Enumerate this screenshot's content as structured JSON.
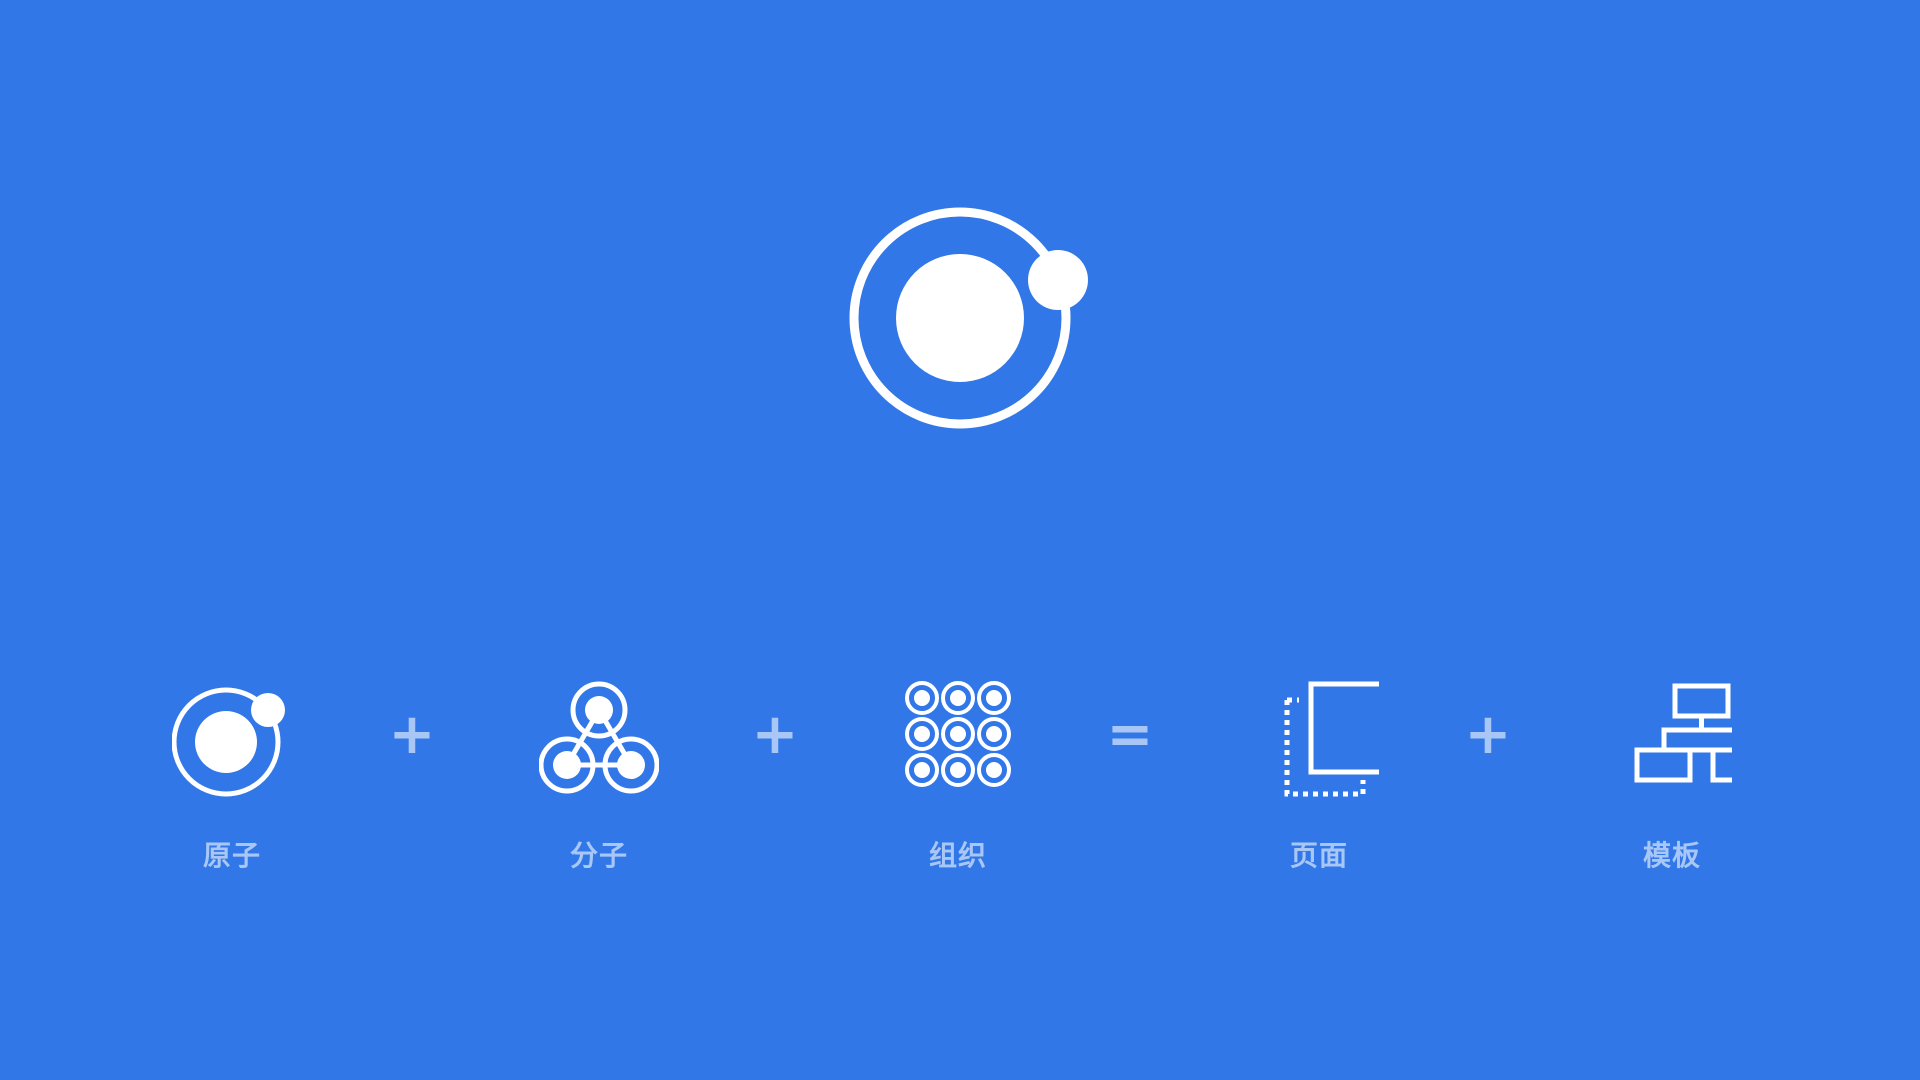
{
  "colors": {
    "background": "#3177E8",
    "icon": "#FFFFFF",
    "label": "#A9C7F6",
    "operator": "#A9C7F6"
  },
  "hero": {
    "icon": "atom-icon"
  },
  "steps": [
    {
      "icon": "atom-icon",
      "label": "原子"
    },
    {
      "icon": "molecule-icon",
      "label": "分子"
    },
    {
      "icon": "organism-grid-icon",
      "label": "组织"
    },
    {
      "icon": "page-icon",
      "label": "页面"
    },
    {
      "icon": "template-hierarchy-icon",
      "label": "模板"
    }
  ],
  "operators": [
    "+",
    "+",
    "=",
    "+"
  ]
}
